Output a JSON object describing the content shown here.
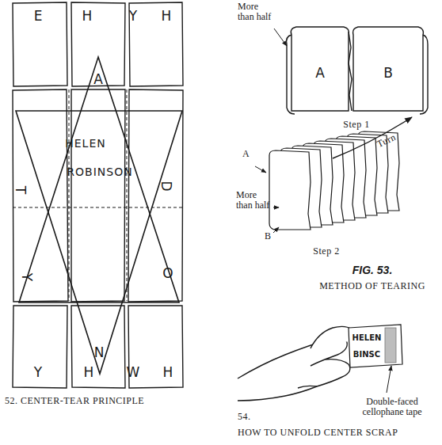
{
  "diagram": {
    "labels": [
      "E",
      "H",
      "Y",
      "H",
      "A",
      "T",
      "D",
      "HELEN",
      "ROBINSON",
      "Y",
      "O",
      "N",
      "Y",
      "H",
      "W",
      "H",
      "52. CENTER-TEAR PRINCIPLE",
      "More than half",
      "A",
      "B",
      "Step 1",
      "A",
      "More than half",
      "B",
      "Turn",
      "Step 2",
      "FIG. 53.",
      "METHOD OF TEARING",
      "HELEN",
      "BINSC",
      "Double-faced cellophane tape",
      "54.",
      "HOW TO UNFOLD CENTER SCRAP"
    ]
  }
}
